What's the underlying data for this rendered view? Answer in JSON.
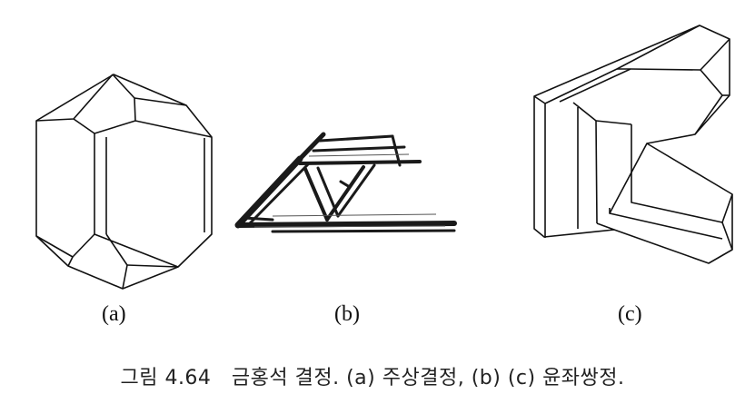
{
  "figure": {
    "labels": {
      "a": "(a)",
      "b": "(b)",
      "c": "(c)"
    },
    "caption": {
      "number": "그림 4.64",
      "text": "금홍석 결정. (a) 주상결정, (b) (c) 윤좌쌍정."
    }
  }
}
